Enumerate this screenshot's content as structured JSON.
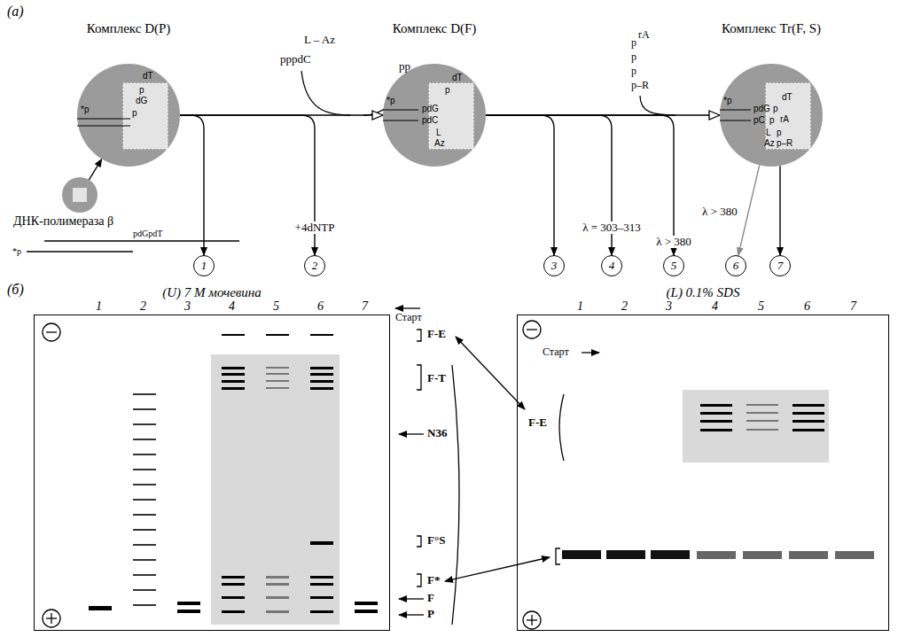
{
  "diagram": {
    "nodes": [
      {
        "text": [
          "Комплекс D(P)",
          "dT",
          "p",
          "dG",
          "p",
          "*p"
        ]
      },
      {
        "text": [
          "Комплекс D(F)",
          "dT",
          "p",
          "pdG",
          "pdC",
          "L",
          "Az",
          "*p"
        ]
      },
      {
        "text": [
          "Комплекс Tr(F, S)",
          "pdG",
          "p",
          "dT",
          "pC",
          "p",
          "rA",
          "L",
          "p",
          "Az",
          "p–R",
          "*p"
        ]
      },
      {
        "text": [
          "ДНК-полимераза β"
        ]
      },
      {
        "text": [
          "1"
        ]
      },
      {
        "text": [
          "2"
        ]
      },
      {
        "text": [
          "3"
        ]
      },
      {
        "text": [
          "4"
        ]
      },
      {
        "text": [
          "5"
        ]
      },
      {
        "text": [
          "6"
        ]
      },
      {
        "text": [
          "7"
        ]
      },
      {
        "text": [
          "(U) 7 M мочевина"
        ]
      },
      {
        "text": [
          "(L) 0.1% SDS"
        ]
      }
    ],
    "edges": [
      {
        "from": 3,
        "to": 0,
        "arrow": "to"
      },
      {
        "from": 0,
        "to": 1,
        "arrow": "to"
      },
      {
        "from": 1,
        "to": 2,
        "arrow": "to"
      },
      {
        "from": 0,
        "to": 4,
        "arrow": "to"
      },
      {
        "from": 0,
        "to": 5,
        "arrow": "to"
      },
      {
        "from": 1,
        "to": 6,
        "arrow": "to"
      },
      {
        "from": 1,
        "to": 7,
        "arrow": "to"
      },
      {
        "from": 1,
        "to": 8,
        "arrow": "to"
      },
      {
        "from": 2,
        "to": 9,
        "arrow": "to"
      },
      {
        "from": 2,
        "to": 10,
        "arrow": "to"
      }
    ],
    "labels": [
      "(a)",
      "L – Az",
      "pppdC",
      "pp",
      "p",
      "rA",
      "p",
      "p",
      "p–R",
      "pdGpdT",
      "*p",
      "+4dNTP",
      "λ = 303–313",
      "λ > 380",
      "λ > 380",
      "(б)",
      "1",
      "2",
      "3",
      "4",
      "5",
      "6",
      "7",
      "Старт",
      "F-E",
      "F-T",
      "N36",
      "F°S",
      "F*",
      "F",
      "P",
      "1",
      "2",
      "3",
      "4",
      "5",
      "6",
      "7",
      "Старт",
      "F-E"
    ]
  }
}
